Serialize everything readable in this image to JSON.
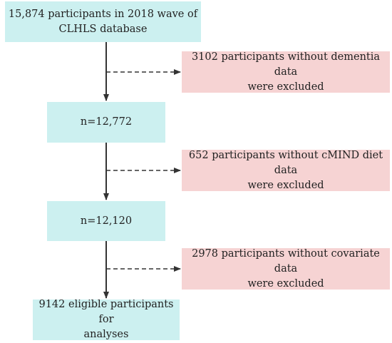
{
  "flowchart": {
    "steps": [
      {
        "lines": [
          "15,874 participants in 2018 wave of",
          "CLHLS database"
        ]
      },
      {
        "lines": [
          "n=12,772"
        ]
      },
      {
        "lines": [
          "n=12,120"
        ]
      },
      {
        "lines": [
          "9142 eligible participants for",
          "analyses"
        ]
      }
    ],
    "exclusions": [
      {
        "lines": [
          "3102 participants without dementia data",
          "were excluded"
        ]
      },
      {
        "lines": [
          "652 participants without cMIND diet data",
          "were excluded"
        ]
      },
      {
        "lines": [
          "2978 participants without covariate data",
          "were excluded"
        ]
      }
    ]
  },
  "colors": {
    "main_box": "#ccf0f0",
    "exclusion_box": "#f6d3d3",
    "arrow": "#333333"
  }
}
